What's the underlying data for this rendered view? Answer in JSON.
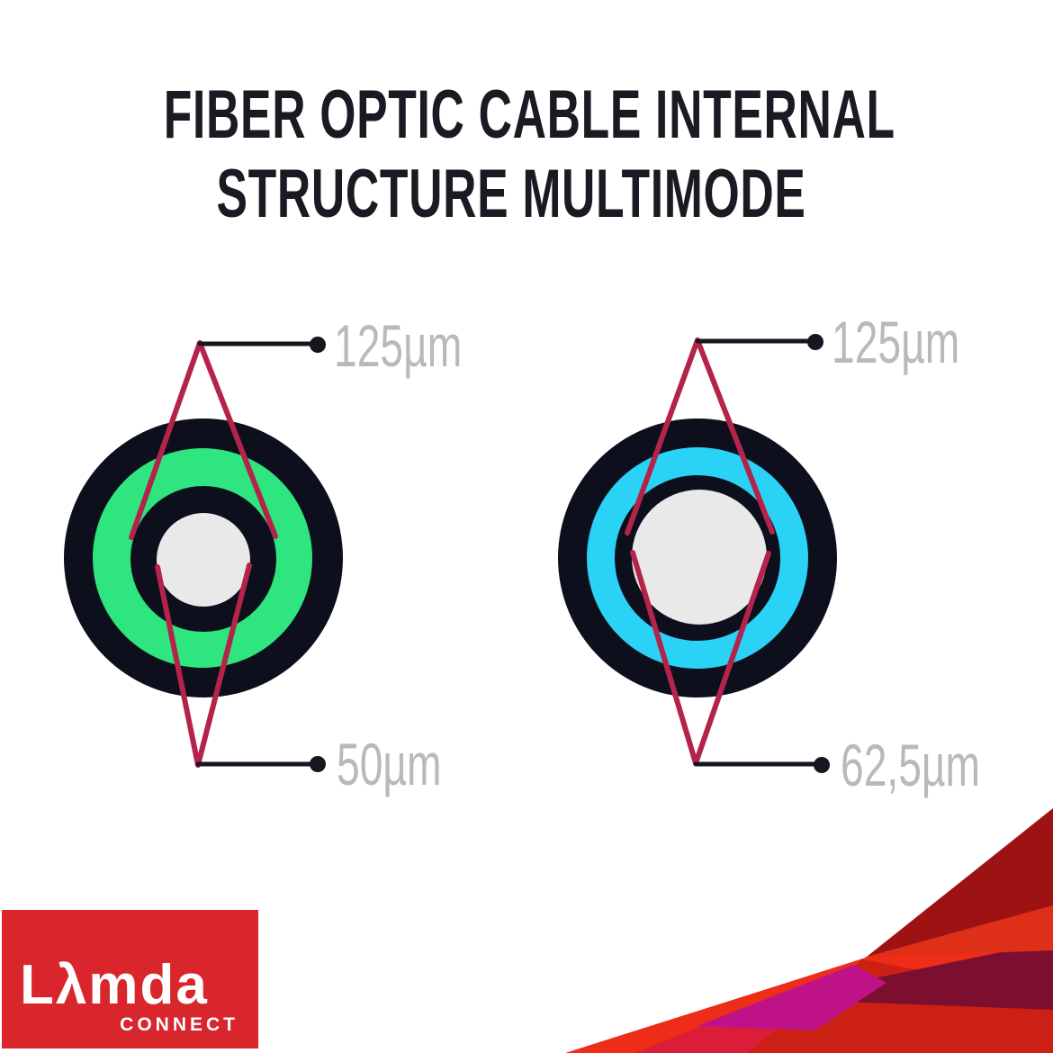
{
  "title": {
    "line1": "FIBER OPTIC CABLE INTERNAL",
    "line2": "STRUCTURE MULTIMODE"
  },
  "diagrams": [
    {
      "cladding_label": "125µm",
      "core_label": "50µm"
    },
    {
      "cladding_label": "125µm",
      "core_label": "62,5µm"
    }
  ],
  "logo": {
    "brand": "Lλmda",
    "tagline": "CONNECT"
  },
  "colors": {
    "background": "#ffffff",
    "title_ink": "#1a1a22",
    "ink": "#16161f",
    "label_gray": "#b9b9b9",
    "line_red": "#b4234a",
    "ring_black": "#0d0f1c",
    "green": "#2ee57f",
    "cyan": "#2ad2f6",
    "core_gray": "#e9e9e9",
    "logo_red": "#d9252c",
    "corner_scarlet": "#ee2d19",
    "corner_pink": "#dc1d3a",
    "corner_bottom_red": "#cd2014",
    "corner_maroon": "#7c0f2f",
    "corner_magenta": "#bf1289",
    "corner_orange_red": "#df2f18",
    "corner_dark_red": "#9d1313"
  }
}
